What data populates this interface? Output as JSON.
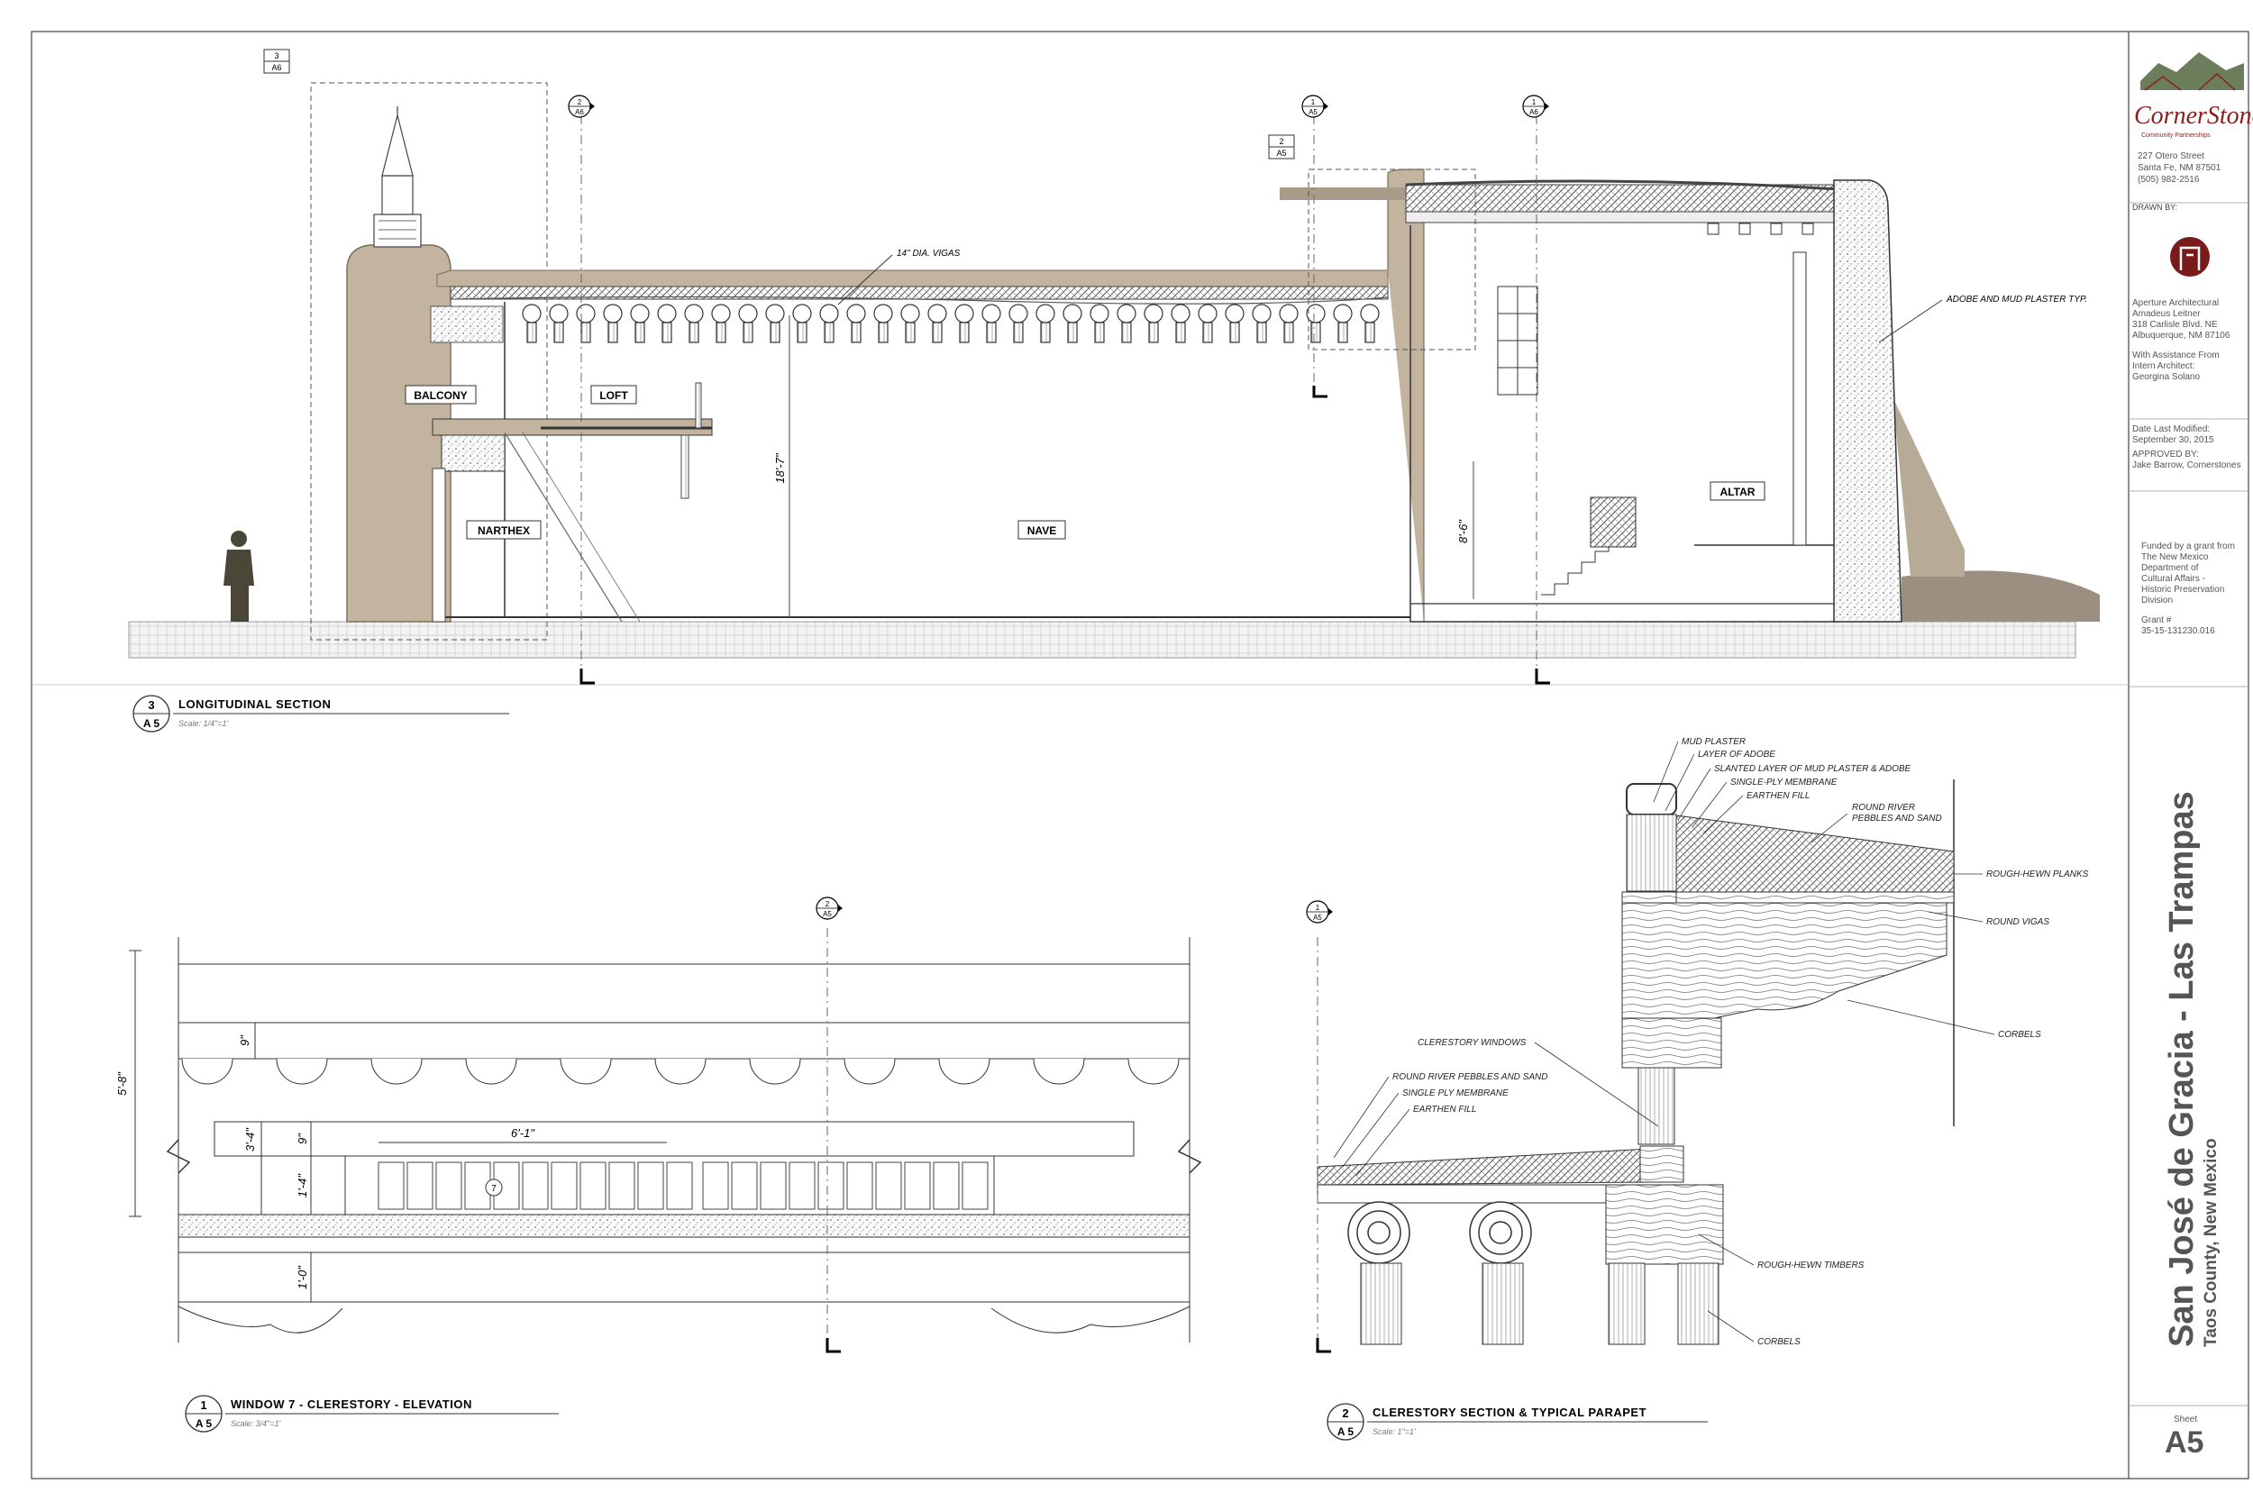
{
  "firm": {
    "logo_text": "CornerStones",
    "logo_subtext": "Community Partnerships",
    "address_lines": [
      "227 Otero Street",
      "Santa Fe, NM 87501",
      "(505) 982-2516"
    ]
  },
  "drawn_by": {
    "label": "DRAWN BY:",
    "lines": [
      "Aperture Architectural",
      "Amadeus Leitner",
      "318 Carlisle Blvd. NE",
      "Albuquerque, NM 87106",
      "",
      "With Assistance From",
      "Intern Architect:",
      "Georgina Solano"
    ]
  },
  "dates": {
    "lines": [
      "Date Last Modified:",
      "September 30, 2015",
      "APPROVED BY:",
      "Jake Barrow, Cornerstones"
    ]
  },
  "grant": {
    "lines": [
      "Funded by a grant from",
      "The New Mexico",
      "Department of",
      "Cultural Affairs -",
      "Historic Preservation",
      "Division",
      "",
      "Grant #",
      "35-15-131230.016"
    ]
  },
  "project": {
    "title": "San José de Gracia - Las Trampas",
    "subtitle": "Taos County, New Mexico"
  },
  "sheet": {
    "label": "Sheet",
    "number": "A5"
  },
  "views": {
    "longitudinal": {
      "num": "3",
      "sheet": "A 5",
      "title": "LONGITUDINAL SECTION",
      "scale": "Scale: 1/4\"=1'"
    },
    "window": {
      "num": "1",
      "sheet": "A 5",
      "title": "WINDOW 7 - CLERESTORY - ELEVATION",
      "scale": "Scale: 3/4\"=1'"
    },
    "parapet": {
      "num": "2",
      "sheet": "A 5",
      "title": "CLERESTORY SECTION & TYPICAL PARAPET",
      "scale": "Scale: 1\"=1'"
    }
  },
  "section_labels": {
    "balcony": "BALCONY",
    "loft": "LOFT",
    "narthex": "NARTHEX",
    "nave": "NAVE",
    "altar": "ALTAR",
    "vigas": "14\" DIA. VIGAS",
    "adobe_note": "ADOBE AND MUD PLASTER TYP.",
    "dim_height": "18'-7\"",
    "dim_altar": "8'-6\""
  },
  "callouts": {
    "detail_3_A6": {
      "num": "3",
      "sheet": "A6"
    },
    "detail_2_A5": {
      "num": "2",
      "sheet": "A5"
    },
    "section_2_A6": {
      "num": "2",
      "sheet": "A6"
    },
    "section_1_A5": {
      "num": "1",
      "sheet": "A5"
    },
    "section_1_A6": {
      "num": "1",
      "sheet": "A6"
    },
    "section_2_A5_win": {
      "num": "2",
      "sheet": "A5"
    },
    "section_1_A5_par": {
      "num": "1",
      "sheet": "A5"
    }
  },
  "window_elev": {
    "dim_overall": "5'-8\"",
    "dim_9a": "9\"",
    "dim_3_4": "3'-4\"",
    "dim_9b": "9\"",
    "dim_1_4": "1'-4\"",
    "dim_1_0": "1'-0\"",
    "dim_width": "6'-1\"",
    "window_tag": "7"
  },
  "parapet_notes": {
    "mud_plaster": "MUD PLASTER",
    "layer_adobe": "LAYER OF ADOBE",
    "slanted": "SLANTED LAYER OF MUD PLASTER & ADOBE",
    "membrane": "SINGLE-PLY MEMBRANE",
    "earthen": "EARTHEN FILL",
    "pebbles_1": "ROUND RIVER",
    "pebbles_2": "PEBBLES AND SAND",
    "planks": "ROUGH-HEWN PLANKS",
    "vigas": "ROUND VIGAS",
    "corbels_1": "CORBELS",
    "clerestory": "CLERESTORY WINDOWS",
    "pebbles_low": "ROUND RIVER PEBBLES AND SAND",
    "membrane_low": "SINGLE PLY MEMBRANE",
    "earthen_low": "EARTHEN FILL",
    "timbers": "ROUGH-HEWN TIMBERS",
    "corbels_2": "CORBELS"
  },
  "colors": {
    "adobe": "#c2b49f",
    "ink": "#222222",
    "logo_red": "#8a1f1f"
  }
}
